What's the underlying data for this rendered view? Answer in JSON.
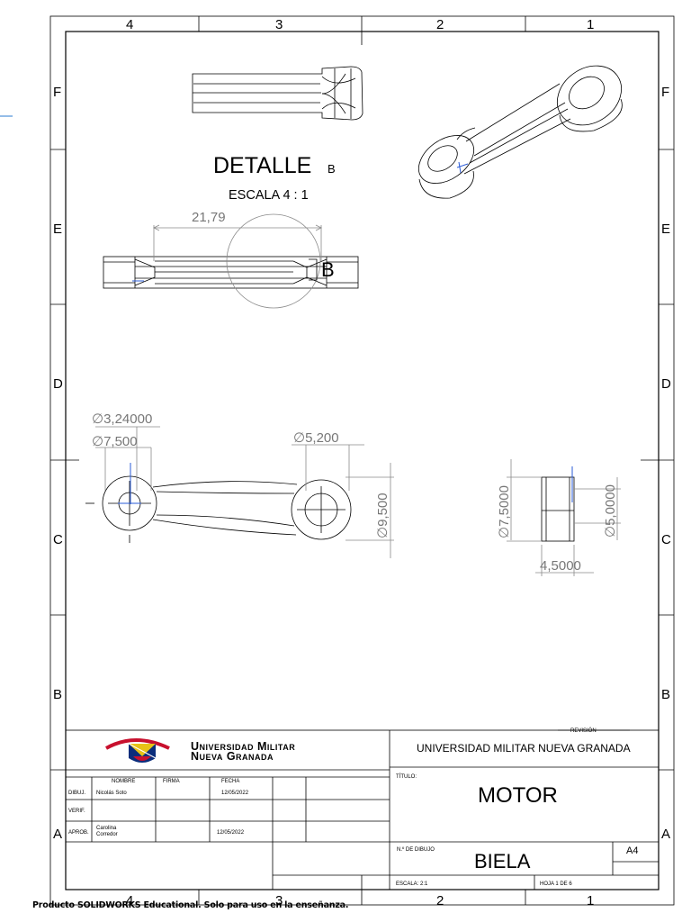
{
  "sheet": {
    "zones_columns": [
      "4",
      "3",
      "2",
      "1"
    ],
    "zones_rows": [
      "F",
      "E",
      "D",
      "C",
      "B",
      "A"
    ]
  },
  "detail": {
    "title": "DETALLE",
    "letter": "B",
    "scale": "ESCALA 4 : 1",
    "callout": "B"
  },
  "dimensions": {
    "length": "21,79",
    "d1": "∅3,24000",
    "d2": "∅7,500",
    "d3": "∅5,200",
    "d4": "∅9,500",
    "d5": "∅7,5000",
    "d6": "∅5,0000",
    "w1": "4,5000"
  },
  "title_block": {
    "university_line1": "Universidad Militar",
    "university_line2": "Nueva Granada",
    "university_full": "UNIVERSIDAD MILITAR NUEVA GRANADA",
    "revision_label": "REVISIÓN",
    "col_nombre": "NOMBRE",
    "col_firma": "FIRMA",
    "col_fecha": "FECHA",
    "row_dibuj": "DIBUJ.",
    "row_verif": "VERIF.",
    "row_aprob": "APROB.",
    "dibuj_name": "Nicolás Soto",
    "dibuj_date": "12/05/2022",
    "aprob_name_1": "Carolina",
    "aprob_name_2": "Corredor",
    "aprob_date": "12/05/2022",
    "titulo_label": "TÍTULO:",
    "title": "MOTOR",
    "drawing_no_label": "N.º DE DIBUJO",
    "drawing_no": "BIELA",
    "size": "A4",
    "scale": "ESCALA: 2:1",
    "sheet": "HOJA 1 DE 6"
  },
  "watermark": "Producto SOLIDWORKS Educational. Solo para uso en la enseñanza."
}
